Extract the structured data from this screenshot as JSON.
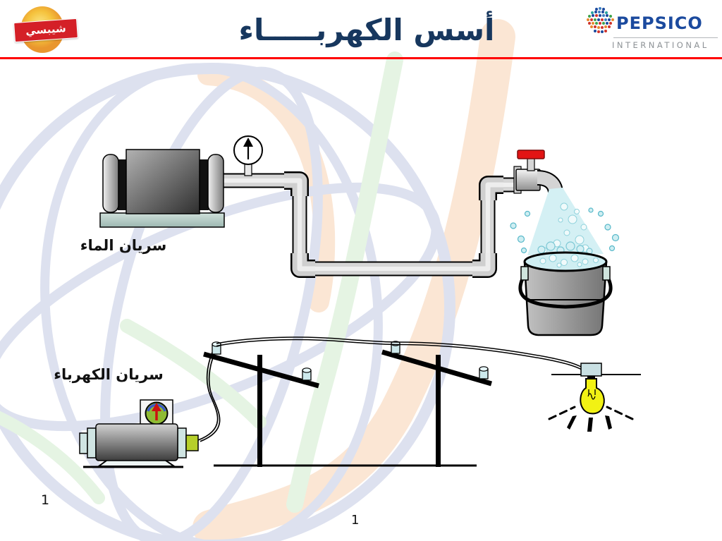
{
  "slide": {
    "title": "أسس الكهربـــــاء",
    "slide_number": "1",
    "footer_page_number": "1"
  },
  "logos": {
    "chipsy": {
      "text": "شيبسي"
    },
    "pepsico": {
      "name": "PEPSICO",
      "subtitle": "INTERNATIONAL"
    }
  },
  "diagram": {
    "water_flow_label": "سريان الماء",
    "electricity_flow_label": "سريان الكهرباء"
  },
  "colors": {
    "title_navy": "#17375E",
    "divider_red": "#FF0000",
    "pepsico_blue": "#1B4A9E",
    "pepsico_gray": "#8D9296",
    "chipsy_red": "#D42027",
    "chipsy_yellow": "#F5C23C",
    "watermark_blue": "#DDE1EF",
    "watermark_green": "#E5F4E3",
    "watermark_peach": "#FBE6D4",
    "water_blue": "#D4F0F4",
    "bulb_yellow": "#F2F214",
    "meter_green": "#8FBB33",
    "base_teal": "#B8CFC8"
  }
}
